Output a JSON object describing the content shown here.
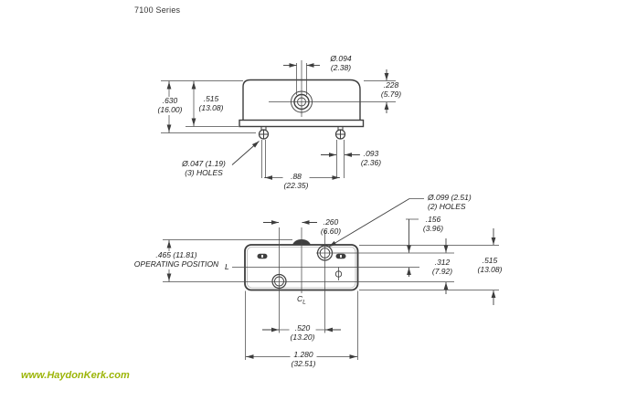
{
  "title": "7100 Series",
  "watermark": "www.HaydonKerk.com",
  "colors": {
    "line": "#3d3d3d",
    "text": "#1c1c1c",
    "watermark": "#9cb508"
  },
  "top_view": {
    "hole_dia": {
      "l1": "Ø.094",
      "l2": "(2.38)"
    },
    "hole_depth": {
      "l1": ".228",
      "l2": "(5.79)"
    },
    "overall_height": {
      "l1": ".630",
      "l2": "(16.00)"
    },
    "body_height": {
      "l1": ".515",
      "l2": "(13.08)"
    },
    "terminal_width": {
      "l1": ".093",
      "l2": "(2.36)"
    },
    "terminal_spacing": {
      "l1": ".88",
      "l2": "(22.35)"
    },
    "terminal_holes": {
      "l1": "Ø.047 (1.19)",
      "l2": "(3) HOLES"
    }
  },
  "plan_view": {
    "mounting_holes": {
      "l1": "Ø.099 (2.51)",
      "l2": "(2) HOLES"
    },
    "button_offset": {
      "l1": ".260",
      "l2": "(6.60)"
    },
    "hole_to_centerline": {
      "l1": ".156",
      "l2": "(3.96)"
    },
    "hole_vertical_spacing": {
      "l1": ".312",
      "l2": "(7.92)"
    },
    "body_width": {
      "l1": ".515",
      "l2": "(13.08)"
    },
    "operating_position": {
      "l1": ".465 (11.81)",
      "l2": "OPERATING POSITION"
    },
    "hole_horizontal_spacing": {
      "l1": ".520",
      "l2": "(13.20)"
    },
    "overall_length": {
      "l1": "1.280",
      "l2": "(32.51)"
    },
    "centerline": "C",
    "centerline_sub": "L",
    "left_centerline": "L"
  }
}
